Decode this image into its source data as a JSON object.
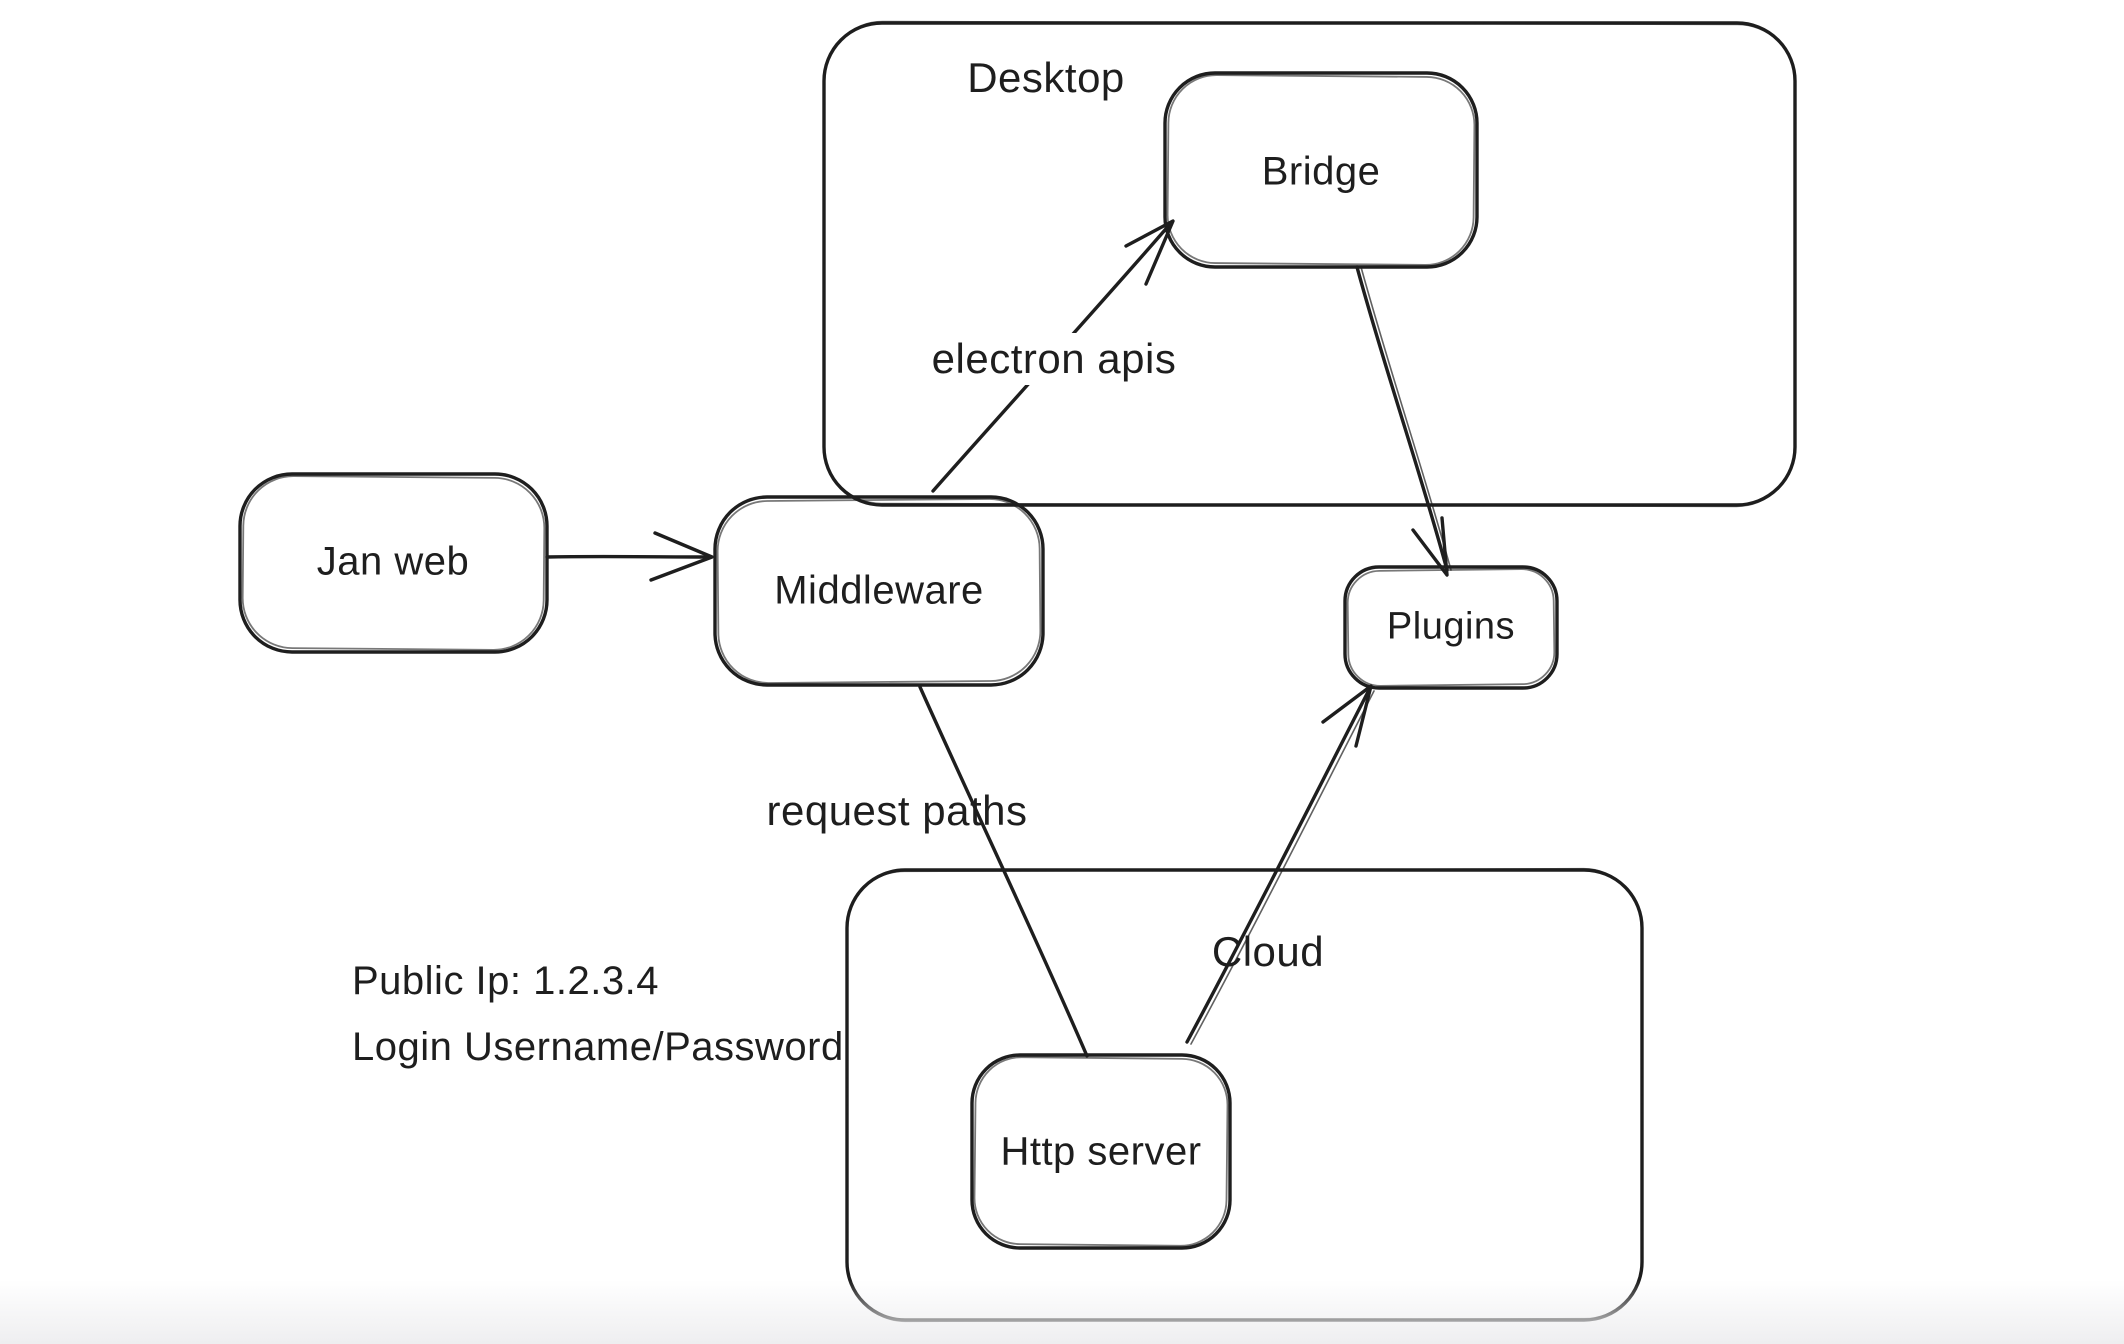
{
  "canvas": {
    "background": "#ffffff",
    "stroke_color": "#1e1e1e",
    "bottom_fade_color": "#eeeef0"
  },
  "containers": [
    {
      "id": "desktop",
      "label": "Desktop"
    },
    {
      "id": "cloud",
      "label": "Cloud"
    }
  ],
  "nodes": [
    {
      "id": "jan-web",
      "label": "Jan web"
    },
    {
      "id": "middleware",
      "label": "Middleware"
    },
    {
      "id": "bridge",
      "label": "Bridge"
    },
    {
      "id": "plugins",
      "label": "Plugins"
    },
    {
      "id": "http-server",
      "label": "Http server"
    }
  ],
  "edges": [
    {
      "id": "janweb-to-middleware",
      "from": "Jan web",
      "to": "Middleware",
      "label": ""
    },
    {
      "id": "middleware-to-bridge",
      "from": "Middleware",
      "to": "Bridge",
      "label": "electron apis"
    },
    {
      "id": "bridge-to-plugins",
      "from": "Bridge",
      "to": "Plugins",
      "label": ""
    },
    {
      "id": "middleware-to-http",
      "from": "Middleware",
      "to": "Http server",
      "label": "request paths"
    },
    {
      "id": "http-to-plugins",
      "from": "Http server",
      "to": "Plugins",
      "label": ""
    }
  ],
  "annotations": {
    "public_ip_line": "Public Ip: 1.2.3.4",
    "login_line": "Login Username/Password"
  }
}
